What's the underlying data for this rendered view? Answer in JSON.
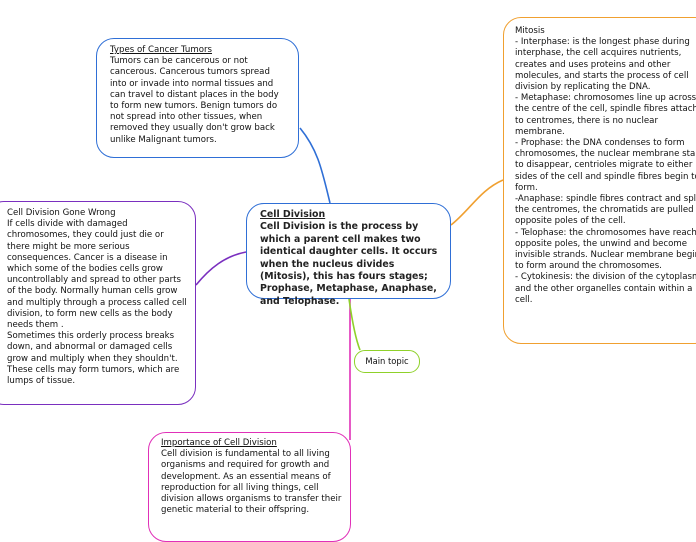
{
  "central": {
    "title": "Cell Division",
    "text": " Cell Division is the process by which a parent cell makes two identical daughter cells. It occurs when the nucleus divides (Mitosis), this has fours stages; Prophase, Metaphase, Anaphase, and Telophase."
  },
  "cancer": {
    "title": "Types of Cancer Tumors",
    "text": "Tumors can be cancerous or not cancerous.  Cancerous tumors spread into or invade into normal tissues and can travel to distant places in the body to form new tumors. Benign tumors do not spread into other tissues, when removed they usually don't grow back unlike Malignant tumors."
  },
  "wrong": {
    "title": "Cell Division Gone Wrong",
    "text": "If cells divide with damaged chromosomes, they could just die or there might be more serious consequences. Cancer is a disease in which some of the bodies cells grow uncontrollably and spread to other parts of the body. Normally human cells grow and multiply through a process called cell division, to form new cells as the body needs them .\nSometimes this orderly process breaks down, and abnormal or damaged cells grow and multiply when they shouldn't. These cells may form tumors, which are lumps of tissue."
  },
  "mitosis": {
    "title": "Mitosis",
    "text": "- Interphase: is the longest phase during interphase, the cell acquires nutrients, creates and uses proteins and other molecules, and starts the process of cell division by replicating the DNA.\n- Metaphase: chromosomes line up across the centre of the cell, spindle fibres attach to centromes, there is no nuclear membrane.\n- Prophase: the DNA condenses to form chromosomes, the nuclear membrane starts to disappear, centrioles migrate to either sides of the cell and spindle fibres begin to form.\n-Anaphase: spindle fibres contract and split the centromes, the chromatids are pulled t opposite poles of the cell.\n- Telophase: the chromosomes have reached opposite poles, the unwind and become invisible strands. Nuclear membrane begins to form around the chromosomes.\n- Cytokinesis: the division of the cytoplasm and the other organelles contain within a cell."
  },
  "importance": {
    "title": "Importance of Cell Division",
    "text": "Cell division is fundamental to all living organisms and required for growth and development. As an essential means of reproduction for all living things, cell division allows organisms to transfer their genetic material to their offspring."
  },
  "main_topic": {
    "label": "Main topic"
  },
  "colors": {
    "central": "#2f6fd6",
    "cancer": "#2f6fd6",
    "wrong": "#7a2fbf",
    "mitosis": "#f0a030",
    "importance": "#e030b8",
    "main_topic": "#8fd12a"
  }
}
